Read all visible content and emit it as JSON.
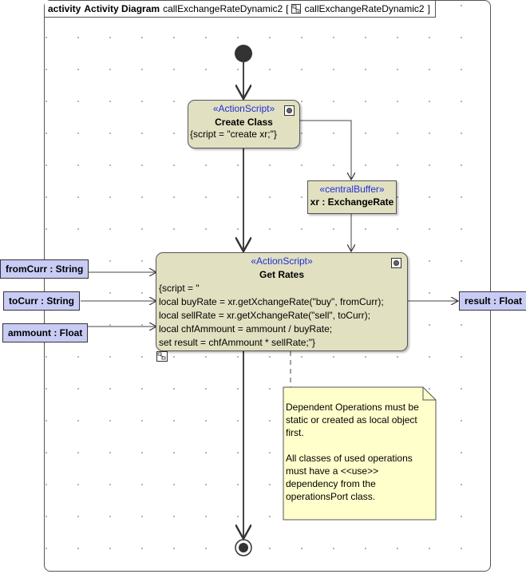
{
  "frame": {
    "kind": "activity",
    "diagram_type": "Activity Diagram",
    "name": "callExchangeRateDynamic2",
    "open_bracket": "[",
    "ref_name": "callExchangeRateDynamic2",
    "close_bracket": "]"
  },
  "create_class": {
    "stereotype": "«ActionScript»",
    "name": "Create Class",
    "body": "{script = \"create xr;\"}"
  },
  "central_buffer": {
    "stereotype": "«centralBuffer»",
    "label": "xr : ExchangeRate"
  },
  "get_rates": {
    "stereotype": "«ActionScript»",
    "name": "Get Rates",
    "body": "{script = \"\nlocal buyRate = xr.getXchangeRate(\"buy\", fromCurr);\nlocal sellRate = xr.getXchangeRate(\"sell\", toCurr);\nlocal chfAmmount = ammount / buyRate;\nset result = chfAmmount * sellRate;\"}"
  },
  "pins": {
    "from_curr": "fromCurr : String",
    "to_curr": "toCurr : String",
    "ammount": "ammount : Float",
    "result": "result : Float"
  },
  "note": {
    "text": "Dependent Operations must be static or created as local object first.\n\nAll classes of used operations must have a <<use>> dependency from the operationsPort class."
  },
  "colors": {
    "action_fill": "#e1e0c0",
    "pin_fill": "#c8ccf5",
    "note_fill": "#ffffcc",
    "stereotype": "#1f2fd8"
  }
}
